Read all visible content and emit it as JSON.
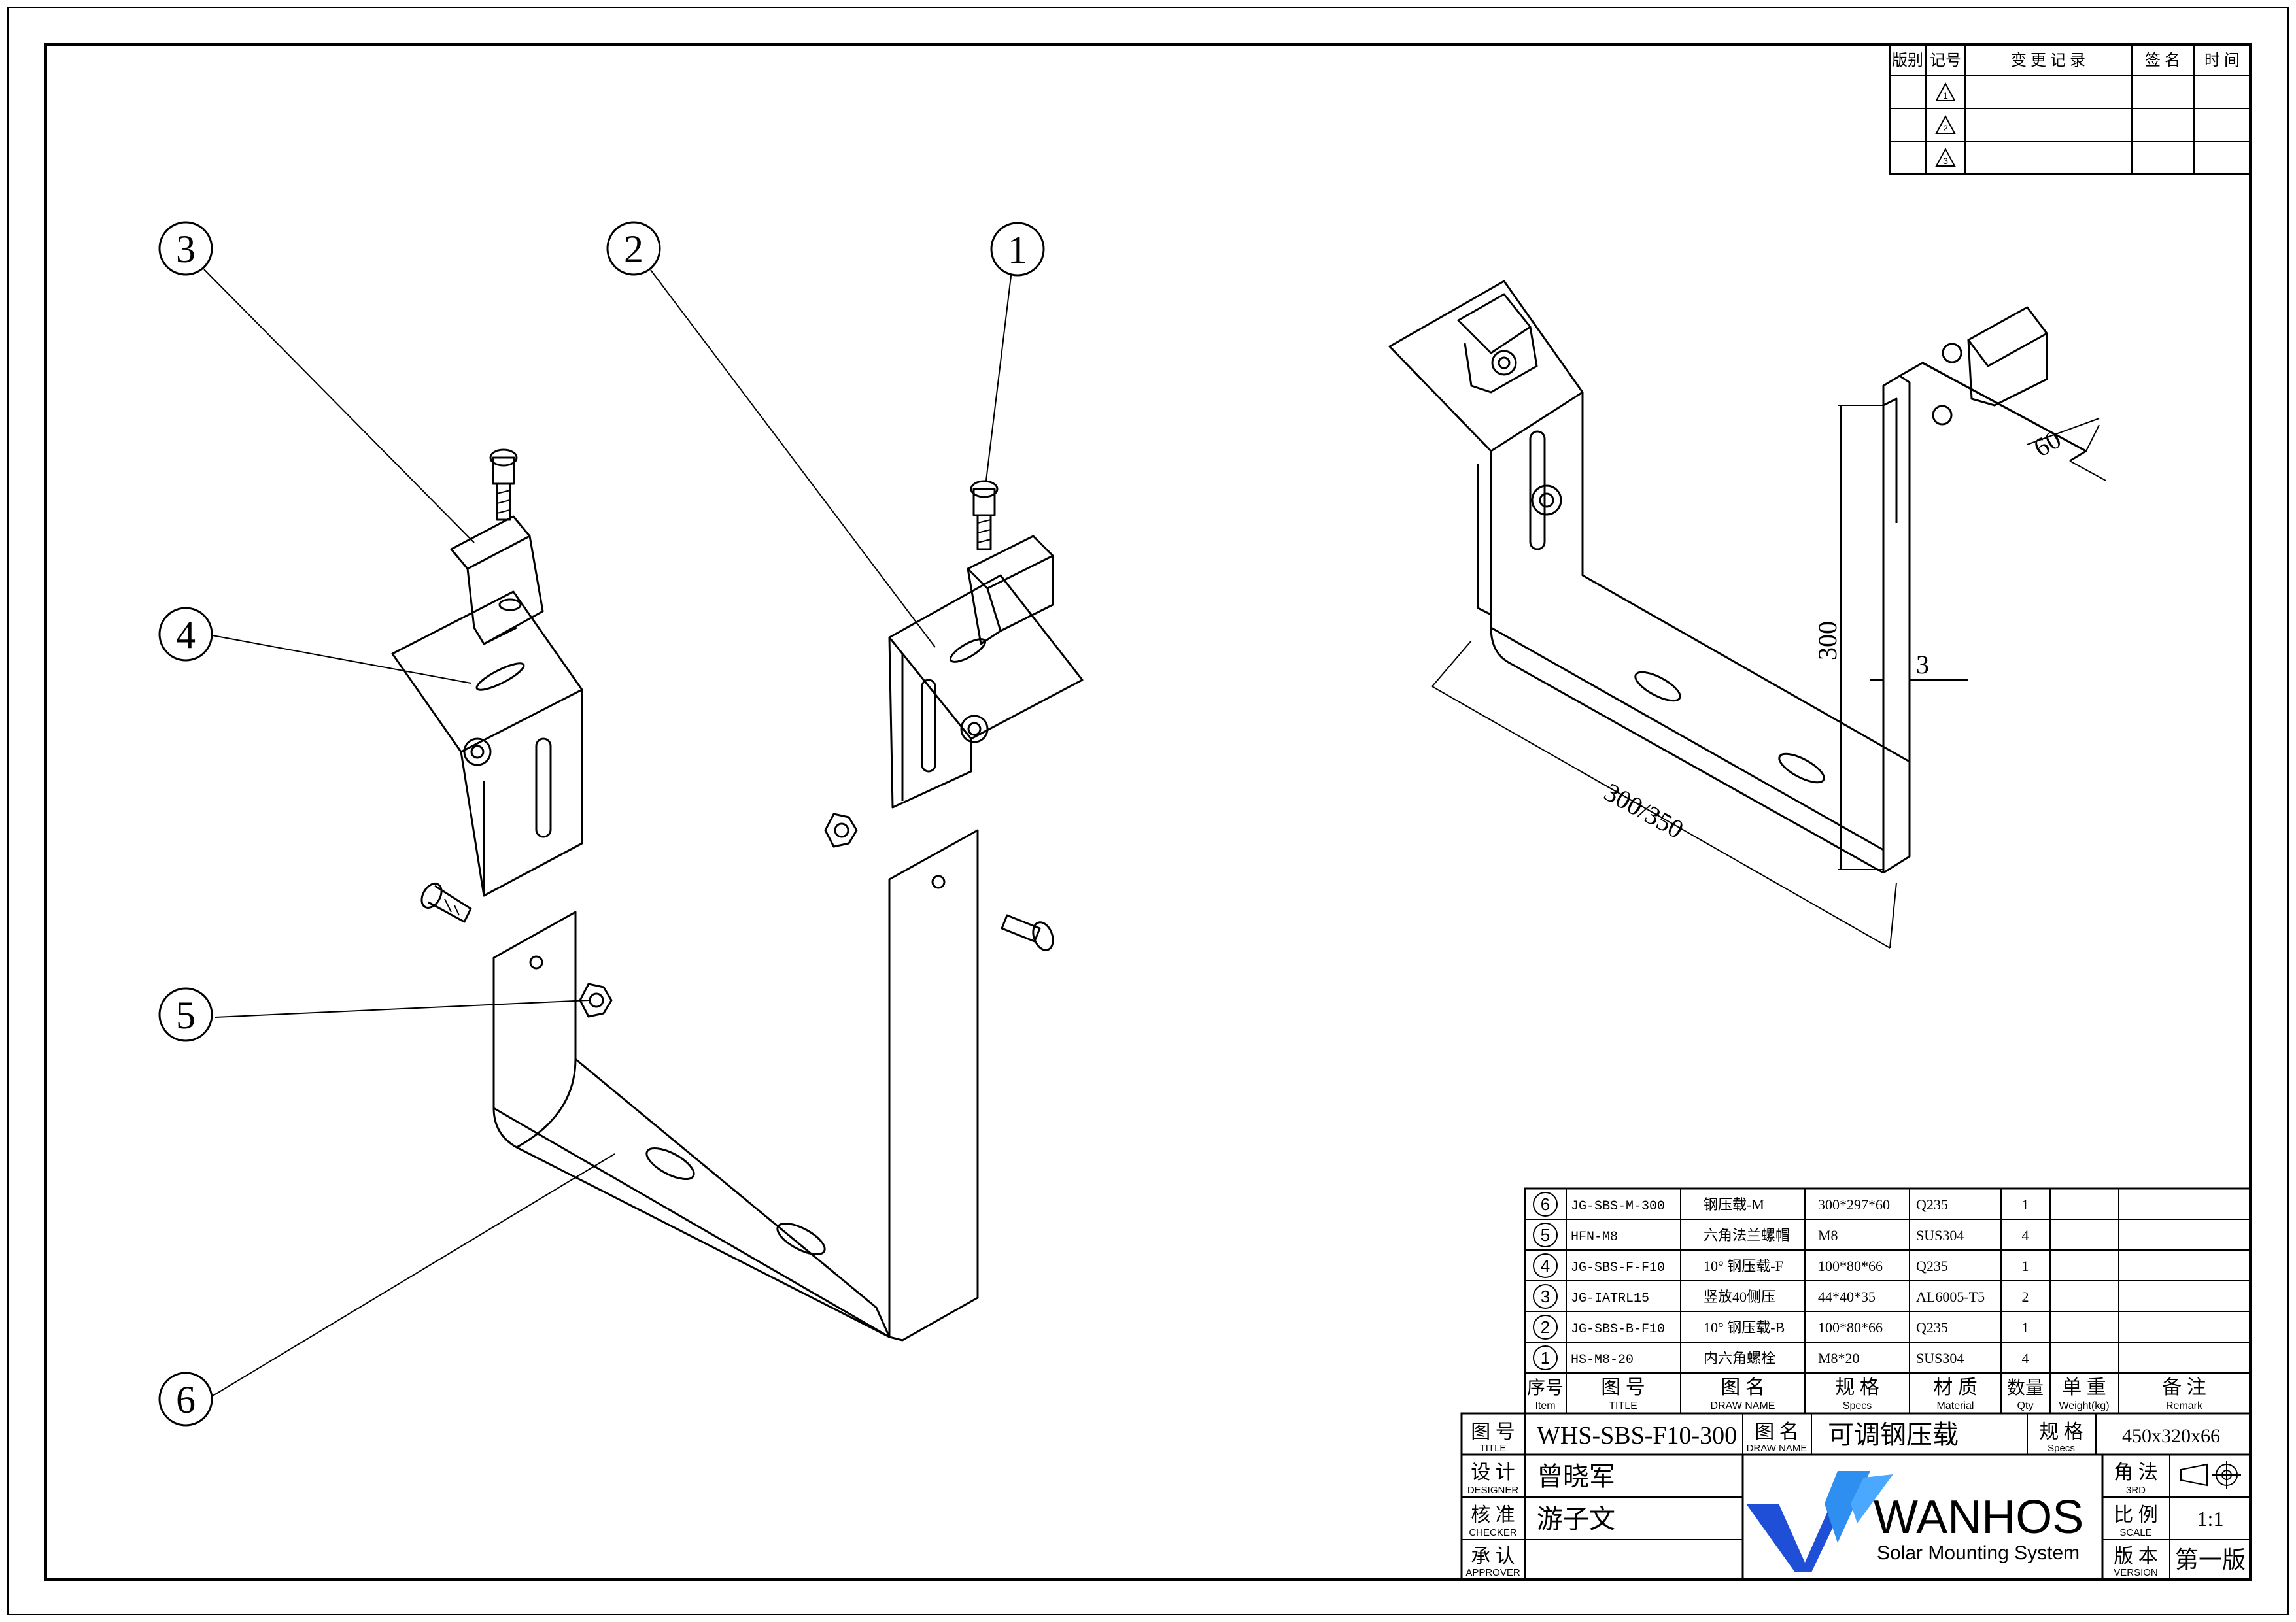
{
  "revision_table": {
    "headers": [
      "版别",
      "记号",
      "变 更 记 录",
      "签 名",
      "时 间"
    ],
    "marks": [
      "1",
      "2",
      "3"
    ]
  },
  "balloons": {
    "b1": "1",
    "b2": "2",
    "b3": "3",
    "b4": "4",
    "b5": "5",
    "b6": "6"
  },
  "dimensions": {
    "d60": "60",
    "d300": "300",
    "d3": "3",
    "d300_350": "300/350"
  },
  "bom": {
    "rows": [
      {
        "no": "6",
        "code": "JG-SBS-M-300",
        "name": "钢压载-M",
        "spec": "300*297*60",
        "material": "Q235",
        "qty": "1"
      },
      {
        "no": "5",
        "code": "HFN-M8",
        "name": "六角法兰螺帽",
        "spec": "M8",
        "material": "SUS304",
        "qty": "4"
      },
      {
        "no": "4",
        "code": "JG-SBS-F-F10",
        "name": "10° 钢压载-F",
        "spec": "100*80*66",
        "material": "Q235",
        "qty": "1"
      },
      {
        "no": "3",
        "code": "JG-IATRL15",
        "name": "竖放40侧压",
        "spec": "44*40*35",
        "material": "AL6005-T5",
        "qty": "2"
      },
      {
        "no": "2",
        "code": "JG-SBS-B-F10",
        "name": "10° 钢压载-B",
        "spec": "100*80*66",
        "material": "Q235",
        "qty": "1"
      },
      {
        "no": "1",
        "code": "HS-M8-20",
        "name": "内六角螺栓",
        "spec": "M8*20",
        "material": "SUS304",
        "qty": "4"
      }
    ],
    "header": {
      "item_cn": "序号",
      "item_en": "Item",
      "title_cn": "图 号",
      "title_en": "TITLE",
      "name_cn": "图 名",
      "name_en": "DRAW NAME",
      "spec_cn": "规 格",
      "spec_en": "Specs",
      "material_cn": "材 质",
      "material_en": "Material",
      "qty_cn": "数量",
      "qty_en": "Qty",
      "weight_cn": "单 重",
      "weight_en": "Weight(kg)",
      "remark_cn": "备 注",
      "remark_en": "Remark"
    }
  },
  "title_block": {
    "title_label_cn": "图 号",
    "title_label_en": "TITLE",
    "drawing_no": "WHS-SBS-F10-300",
    "name_label_cn": "图 名",
    "name_label_en": "DRAW NAME",
    "drawing_name": "可调钢压载",
    "spec_label_cn": "规 格",
    "spec_label_en": "Specs",
    "spec": "450x320x66",
    "designer_cn": "设 计",
    "designer_en": "DESIGNER",
    "designer": "曾晓军",
    "checker_cn": "核 准",
    "checker_en": "CHECKER",
    "checker": "游子文",
    "approver_cn": "承 认",
    "approver_en": "APPROVER",
    "approver": "",
    "projection_cn": "角 法",
    "projection_en": "3RD",
    "scale_cn": "比 例",
    "scale_en": "SCALE",
    "scale": "1:1",
    "version_cn": "版 本",
    "version_en": "VERSION",
    "version": "第一版",
    "brand": "WANHOS",
    "tagline": "Solar Mounting System",
    "brand_color": "#1e4fd6"
  }
}
